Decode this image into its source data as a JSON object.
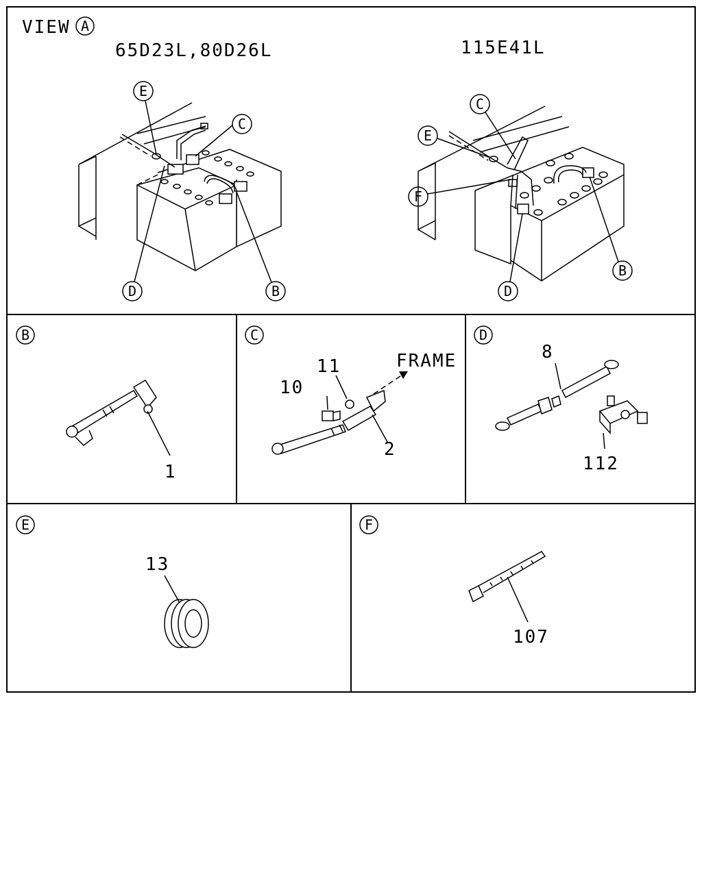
{
  "view_label": "VIEW",
  "view_letter": "A",
  "variants": {
    "left": "65D23L,80D26L",
    "right": "115E41L"
  },
  "callouts": {
    "B": "B",
    "C": "C",
    "D": "D",
    "E": "E",
    "F": "F"
  },
  "panels": {
    "B": {
      "letter": "B",
      "parts": [
        "1"
      ]
    },
    "C": {
      "letter": "C",
      "parts": [
        "10",
        "11",
        "2"
      ],
      "frame": "FRAME"
    },
    "D": {
      "letter": "D",
      "parts": [
        "8",
        "112"
      ]
    },
    "E": {
      "letter": "E",
      "parts": [
        "13"
      ]
    },
    "F": {
      "letter": "F",
      "parts": [
        "107"
      ]
    }
  }
}
